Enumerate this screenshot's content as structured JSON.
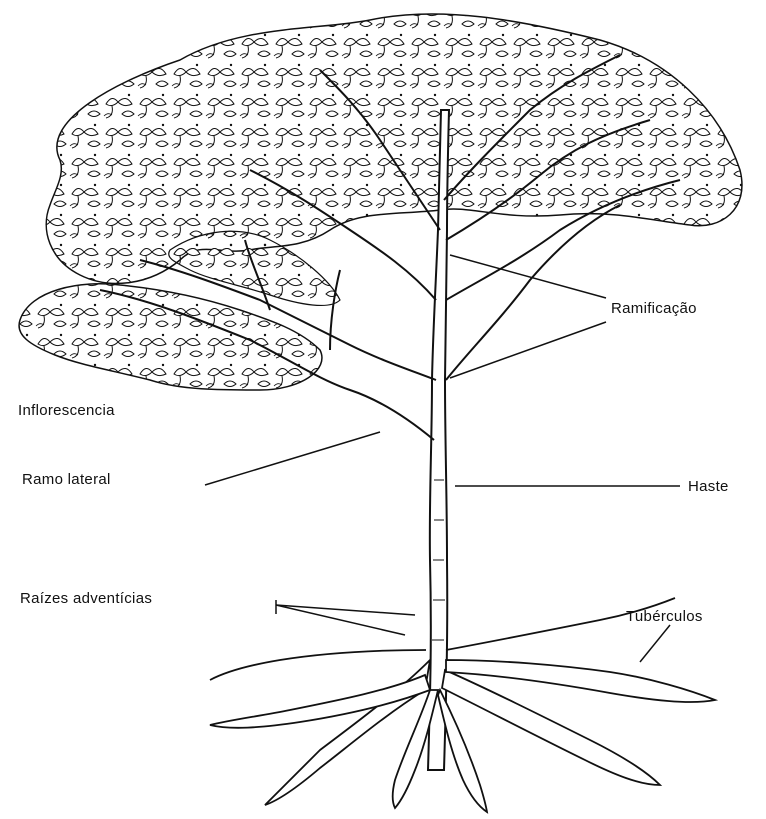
{
  "diagram": {
    "labels": {
      "ramificacao": "Ramificação",
      "inflorescencia": "Inflorescencia",
      "ramo_lateral": "Ramo lateral",
      "haste": "Haste",
      "raizes_adventicias": "Raízes adventícias",
      "tuberculos": "Tubérculos"
    },
    "colors": {
      "ink": "#111111",
      "background": "#ffffff"
    }
  }
}
